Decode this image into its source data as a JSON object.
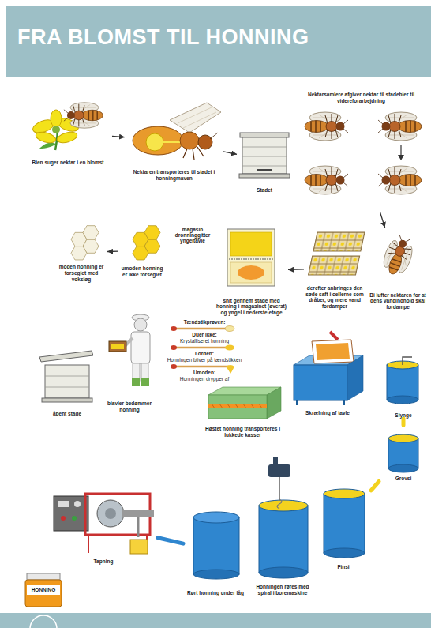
{
  "diagram": {
    "title": "FRA BLOMST TIL HONNING",
    "nodes": [
      {
        "text": [
          "Bien suger nektar i en blomst"
        ]
      },
      {
        "text": [
          "Nektaren transporteres til stadet i honningmaven"
        ]
      },
      {
        "text": [
          "Stadet"
        ]
      },
      {
        "text": [
          "Nektarsamlere afgiver nektar til stadebier til videreforarbejdning"
        ]
      },
      {
        "text": [
          "Bi lufter nektaren for at dens vandindhold skal fordampe"
        ]
      },
      {
        "text": [
          "derefter anbringes den søde saft i cellerne som dråber, og mere vand fordamper"
        ]
      },
      {
        "text": [
          "snit gennem stade med honning i magasinet (øverst) og yngel i nederste etage"
        ]
      },
      {
        "text": [
          "umoden honning er ikke forseglet"
        ]
      },
      {
        "text": [
          "moden honning er forseglet med voksløg"
        ]
      },
      {
        "text": [
          "åbent stade"
        ]
      },
      {
        "text": [
          "biavler bedømmer honning"
        ]
      },
      {
        "text": [
          "Høstet honning transporteres i lukkede kasser"
        ]
      },
      {
        "text": [
          "Skrælning af tavle"
        ]
      },
      {
        "text": [
          "Slynge"
        ]
      },
      {
        "text": [
          "Grovsi"
        ]
      },
      {
        "text": [
          "Finsi"
        ]
      },
      {
        "text": [
          "Honningen røres med spiral i boremaskine"
        ]
      },
      {
        "text": [
          "Rørt honning under låg"
        ]
      },
      {
        "text": [
          "Tapning"
        ]
      }
    ],
    "edges": [
      {
        "from": 0,
        "to": 1,
        "arrow": "to"
      },
      {
        "from": 1,
        "to": 2,
        "arrow": "to"
      },
      {
        "from": 3,
        "to": 4,
        "arrow": "to"
      },
      {
        "from": 5,
        "to": 6,
        "arrow": "to"
      },
      {
        "from": 7,
        "to": 8,
        "arrow": "to"
      },
      {
        "from": 13,
        "to": 14,
        "arrow": "none"
      },
      {
        "from": 14,
        "to": 15,
        "arrow": "none"
      },
      {
        "from": 17,
        "to": 18,
        "arrow": "none"
      }
    ],
    "labels": [
      "magasin",
      "dronninggitter",
      "yngeltavle",
      "Tændstikprøven:",
      "Duer ikke:",
      "Krystalliseret honning",
      "I orden:",
      "Honningen bliver på tændstikken",
      "Umoden:",
      "Honningen drypper af",
      "HONNING"
    ]
  }
}
